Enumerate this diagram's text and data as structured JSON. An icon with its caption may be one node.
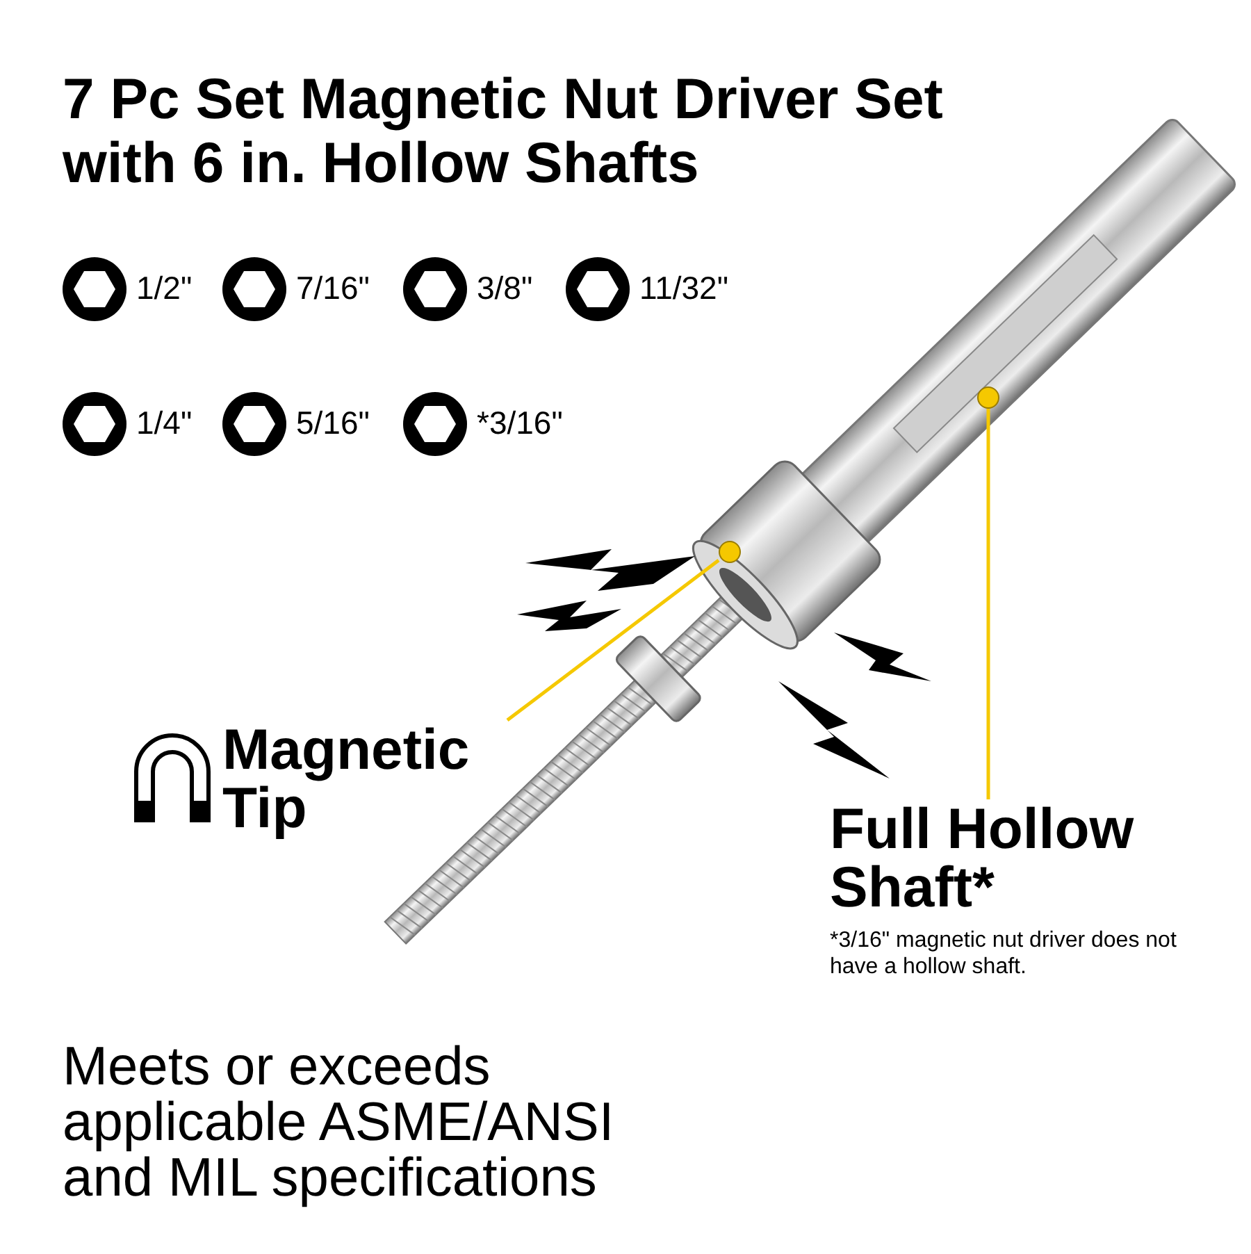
{
  "diagram": {
    "title": "7 Pc Set Magnetic Nut Driver Set with 6 in. Hollow Shafts",
    "nodes": [
      {
        "text": [
          "Magnetic Tip"
        ]
      },
      {
        "text": [],
        "shape": "circle"
      },
      {
        "text": [
          "Full Hollow Shaft*"
        ],
        "beside": [
          "*3/16\" magnetic nut driver does not have a hollow shaft."
        ]
      },
      {
        "text": [],
        "shape": "circle"
      }
    ],
    "edges": [
      {
        "from": 0,
        "to": 1,
        "arrow": "none"
      },
      {
        "from": 2,
        "to": 3,
        "arrow": "none"
      }
    ],
    "labels": [
      "1/2\"",
      "7/16\"",
      "3/8\"",
      "11/32\"",
      "1/4\"",
      "5/16\"",
      "*3/16\"",
      "Meets or exceeds applicable ASME/ANSI and MIL specifications"
    ]
  }
}
